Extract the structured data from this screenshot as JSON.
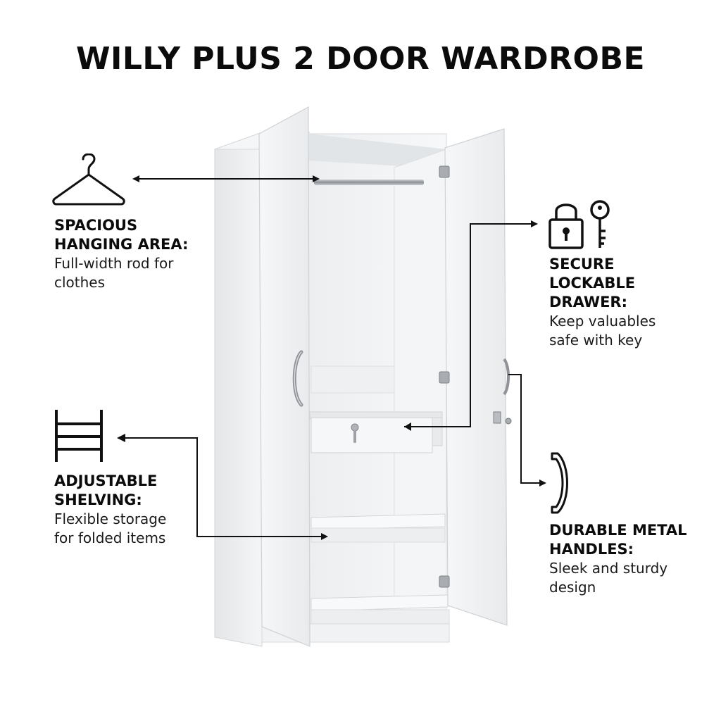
{
  "title": "WILLY PLUS 2 DOOR WARDROBE",
  "features": [
    {
      "id": "hanging",
      "icon": "hanger-icon",
      "label": "SPACIOUS\nHANGING AREA:",
      "desc": "Full-width rod for\nclothes"
    },
    {
      "id": "drawer",
      "icon": "padlock-and-key-icon",
      "label": "SECURE\nLOCKABLE\nDRAWER:",
      "desc": "Keep valuables\nsafe with key"
    },
    {
      "id": "shelving",
      "icon": "shelf-ladder-icon",
      "label": "ADJUSTABLE\nSHELVING:",
      "desc": "Flexible storage\nfor folded items"
    },
    {
      "id": "handles",
      "icon": "handle-icon",
      "label": "DURABLE METAL\nHANDLES:",
      "desc": "Sleek and sturdy\ndesign"
    }
  ],
  "colors": {
    "background": "#ffffff",
    "text": "#0b0b0b",
    "wardrobe_white": "#f2f3f4",
    "wardrobe_shadow": "#d9dbdd",
    "metal": "#a9adb1"
  }
}
